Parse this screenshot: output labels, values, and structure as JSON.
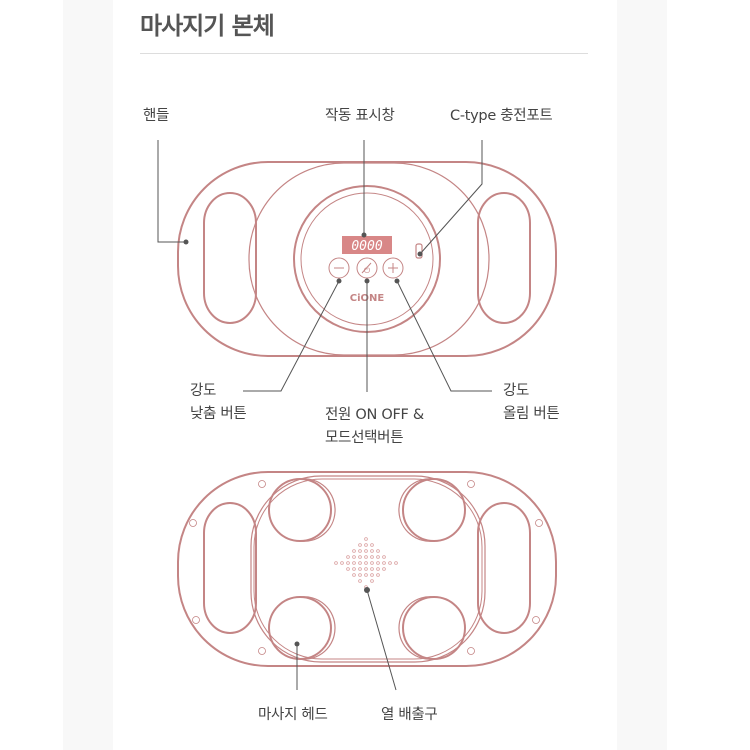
{
  "title": "마사지기 본체",
  "colors": {
    "outline": "#c48585",
    "display_bg": "#d88787",
    "leader_line": "#555555",
    "title_text": "#555555",
    "label_text": "#444444"
  },
  "top_view": {
    "display_digits": "0000",
    "brand_logo": "CiONE",
    "buttons": [
      {
        "name": "minus-button",
        "glyph": "−"
      },
      {
        "name": "power-mode-button",
        "glyph": "⏻/M"
      },
      {
        "name": "plus-button",
        "glyph": "+"
      }
    ],
    "labels": {
      "handle": "핸들",
      "display": "작동 표시창",
      "charging_port": "C-type 충전포트",
      "intensity_down_line1": "강도",
      "intensity_down_line2": "낮춤 버튼",
      "power_line1": "전원 ON OFF &",
      "power_line2": "모드선택버튼",
      "intensity_up_line1": "강도",
      "intensity_up_line2": "올림 버튼"
    }
  },
  "bottom_view": {
    "labels": {
      "massage_head": "마사지 헤드",
      "heat_vent": "열 배출구"
    }
  }
}
